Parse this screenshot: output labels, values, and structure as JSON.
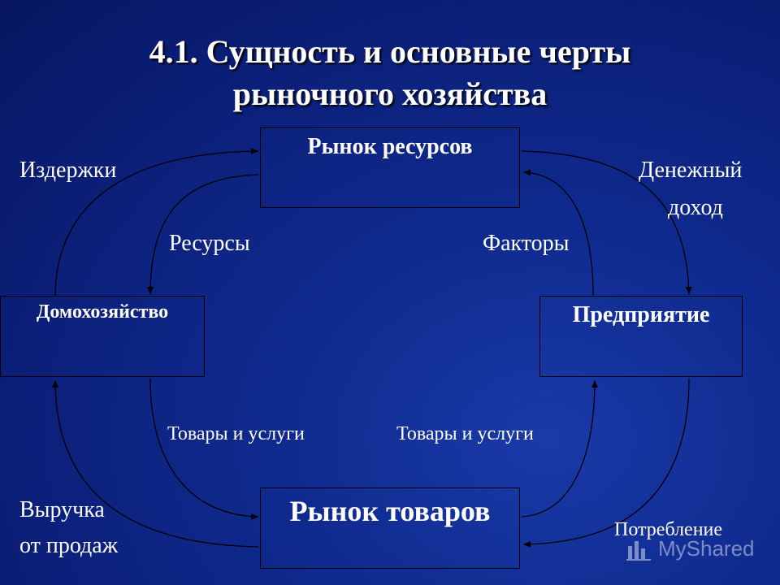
{
  "slide": {
    "title_line1": "4.1. Сущность и основные черты",
    "title_line2": "рыночного хозяйства"
  },
  "boxes": {
    "resource_market": "Рынок ресурсов",
    "household": "Домохозяйство",
    "enterprise": "Предприятие",
    "goods_market": "Рынок товаров"
  },
  "labels": {
    "costs": "Издержки",
    "money_income_1": "Денежный",
    "money_income_2": "доход",
    "resources": "Ресурсы",
    "factors": "Факторы",
    "goods_services_left": "Товары и услуги",
    "goods_services_right": "Товары и услуги",
    "revenue_1": "Выручка",
    "revenue_2": "от продаж",
    "consumption": "Потребление"
  },
  "watermark": {
    "text": "MyShared",
    "icon": "myshared-logo-icon"
  },
  "colors": {
    "background": "#0f2a8e",
    "text": "#ffffff",
    "lines": "#000000"
  }
}
